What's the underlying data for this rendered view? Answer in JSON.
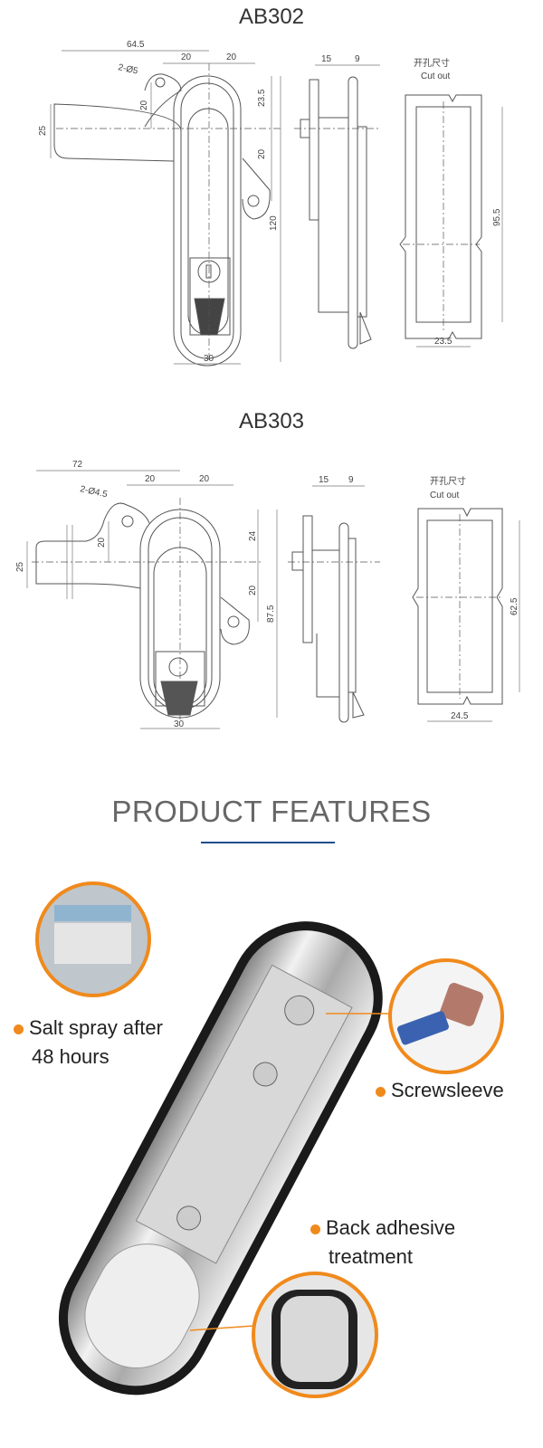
{
  "drawings": [
    {
      "model": "AB302",
      "dims": {
        "overall_width": "64.5",
        "hole_offset_left": "20",
        "hole_offset_right": "20",
        "holes": "2-Ø5",
        "hole_vertical": "20",
        "handle_height": "25",
        "top_to_center": "23.5",
        "center_to_hole": "20",
        "total_height": "120",
        "body_width": "30",
        "depth_back": "15",
        "depth_front": "9"
      },
      "cutout": {
        "label_cn": "开孔尺寸",
        "label_en": "Cut out",
        "height": "95.5",
        "width": "23.5"
      }
    },
    {
      "model": "AB303",
      "dims": {
        "overall_width": "72",
        "hole_offset_left": "20",
        "hole_offset_right": "20",
        "holes": "2-Ø4.5",
        "hole_vertical": "20",
        "handle_height": "25",
        "top_to_center": "24",
        "center_to_hole": "20",
        "total_height": "87.5",
        "body_width": "30",
        "depth_back": "15",
        "depth_front": "9"
      },
      "cutout": {
        "label_cn": "开孔尺寸",
        "label_en": "Cut out",
        "height": "62.5",
        "width": "24.5"
      }
    }
  ],
  "features": {
    "title": "PRODUCT FEATURES",
    "accent": "#1f4e8c",
    "dot_color": "#f08a1c",
    "items": [
      {
        "line1": "Salt spray after",
        "line2": "48 hours"
      },
      {
        "line1": "Screwsleeve"
      },
      {
        "line1": "Back adhesive",
        "line2": "treatment"
      }
    ]
  }
}
